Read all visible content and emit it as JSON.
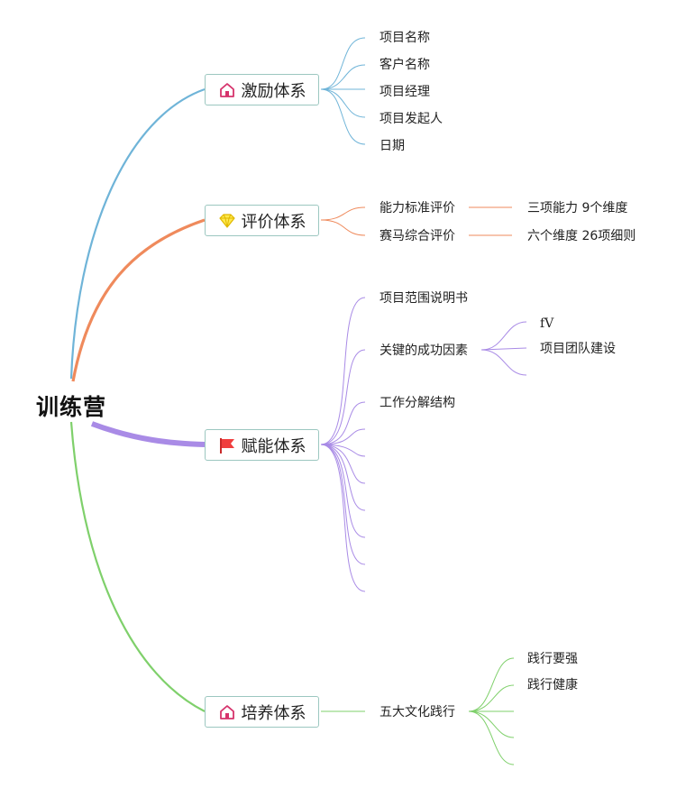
{
  "root": {
    "label": "训练营"
  },
  "branches": [
    {
      "label": "激励体系",
      "icon": "house-icon",
      "color": "#6fb4d8",
      "children": [
        "项目名称",
        "客户名称",
        "项目经理",
        "项目发起人",
        "日期"
      ]
    },
    {
      "label": "评价体系",
      "icon": "diamond-icon",
      "color": "#ef8a5c",
      "children": [
        {
          "label": "能力标准评价",
          "detail": "三项能力 9个维度"
        },
        {
          "label": "赛马综合评价",
          "detail": "六个维度 26项细则"
        }
      ]
    },
    {
      "label": "赋能体系",
      "icon": "flag-icon",
      "color": "#a98be6",
      "children": [
        "项目范围说明书",
        {
          "label": "关键的成功因素",
          "children": [
            "fV",
            "项目团队建设"
          ]
        },
        "工作分解结构"
      ]
    },
    {
      "label": "培养体系",
      "icon": "house-icon",
      "color": "#7fd06b",
      "children": [
        {
          "label": "五大文化践行",
          "children": [
            "践行要强",
            "践行健康"
          ]
        }
      ]
    }
  ]
}
